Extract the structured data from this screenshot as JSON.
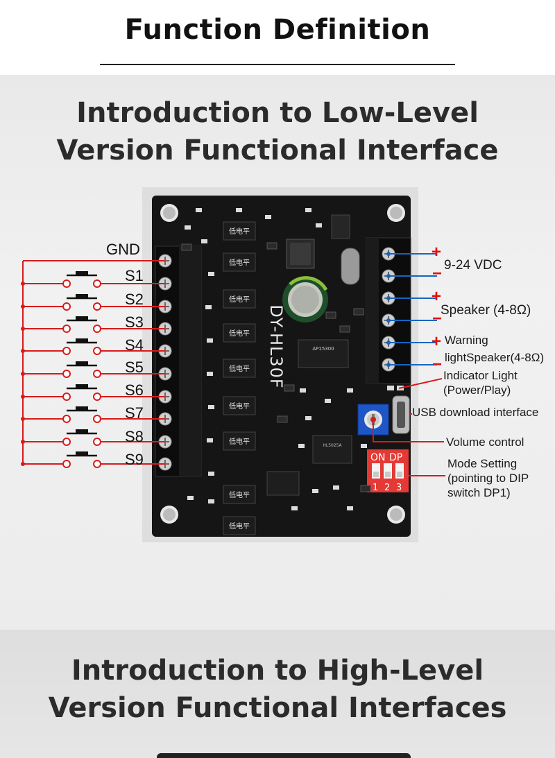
{
  "header": {
    "title": "Function Definition"
  },
  "low_level": {
    "title_line1": "Introduction to Low-Level",
    "title_line2": "Version Functional Interface",
    "board": {
      "model": "DY-HL30F",
      "silk_text": "低电平",
      "chip_1": "AP15300",
      "chip_2": "HL5025A",
      "dip_on": "ON",
      "dip_dp": "DP",
      "dip_numbers": [
        "1",
        "2",
        "3"
      ]
    },
    "left_terminal": {
      "gnd": "GND",
      "switches": [
        "S1",
        "S2",
        "S3",
        "S4",
        "S5",
        "S6",
        "S7",
        "S8",
        "S9"
      ]
    },
    "right_terminal": {
      "plus": "+",
      "minus": "−",
      "power": "9-24 VDC",
      "speaker": "Speaker (4-8Ω)",
      "warning_1": "Warning",
      "warning_2": "lightSpeaker(4-8Ω)",
      "indicator_1": "Indicator Light",
      "indicator_2": "(Power/Play)",
      "usb": "USB download interface",
      "volume": "Volume control",
      "mode_1": "Mode Setting",
      "mode_2": "(pointing to DIP",
      "mode_3": "switch DP1)"
    },
    "colors": {
      "wire_left": "#d91a1a",
      "wire_right": "#1565c0",
      "pcb": "#151515",
      "dip": "#e53935",
      "pot": "#1e56c8"
    }
  },
  "high_level": {
    "title_line1": "Introduction to High-Level",
    "title_line2": "Version Functional Interfaces"
  }
}
